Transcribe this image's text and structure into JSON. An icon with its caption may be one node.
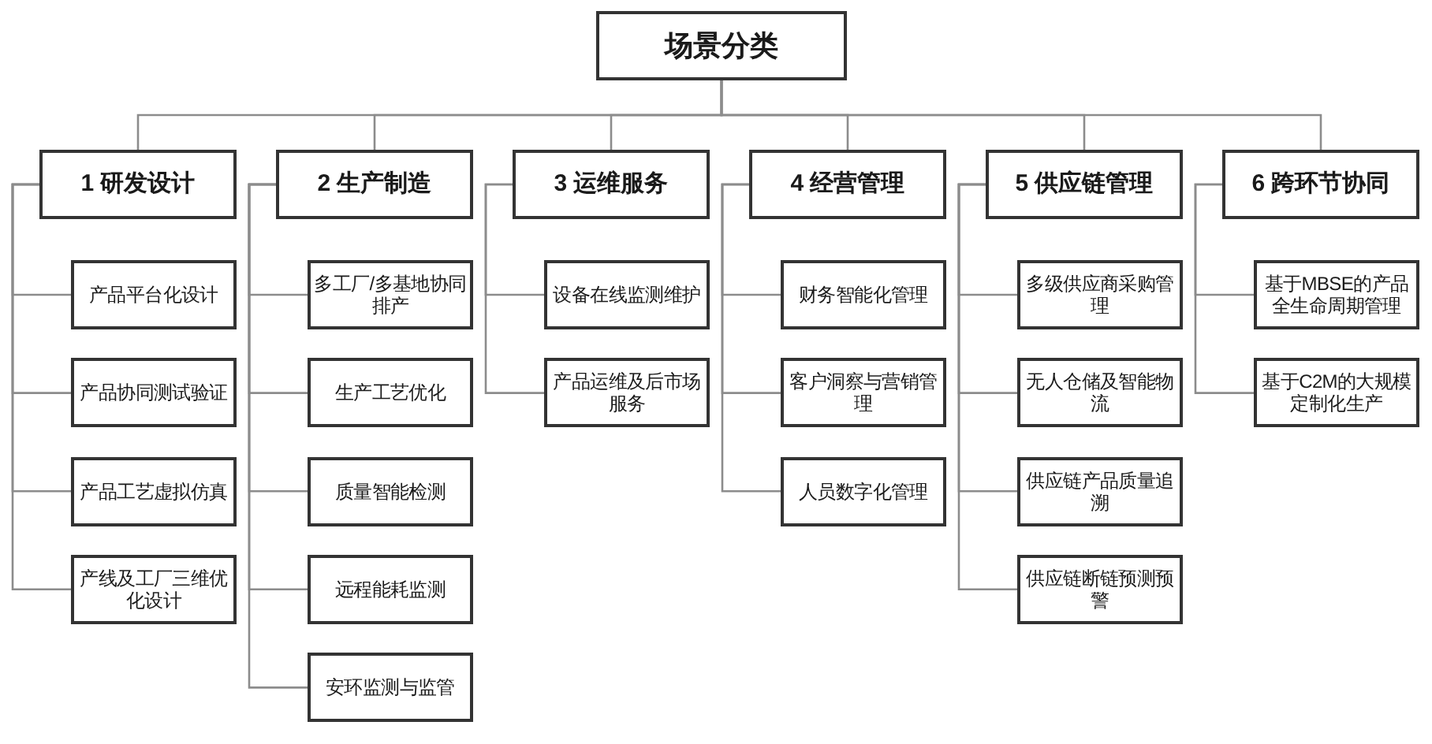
{
  "diagram": {
    "nodes": [
      {
        "text": [
          "场景分类"
        ]
      },
      {
        "text": [
          "1 研发设计"
        ]
      },
      {
        "text": [
          "产品平台化设计"
        ]
      },
      {
        "text": [
          "产品协同测试验证"
        ]
      },
      {
        "text": [
          "产品工艺虚拟仿真"
        ]
      },
      {
        "text": [
          "产线及工厂三维优化设计"
        ]
      },
      {
        "text": [
          "2 生产制造"
        ]
      },
      {
        "text": [
          "多工厂/多基地协同排产"
        ]
      },
      {
        "text": [
          "生产工艺优化"
        ]
      },
      {
        "text": [
          "质量智能检测"
        ]
      },
      {
        "text": [
          "远程能耗监测"
        ]
      },
      {
        "text": [
          "安环监测与监管"
        ]
      },
      {
        "text": [
          "3 运维服务"
        ]
      },
      {
        "text": [
          "设备在线监测维护"
        ]
      },
      {
        "text": [
          "产品运维及后市场服务"
        ]
      },
      {
        "text": [
          "4 经营管理"
        ]
      },
      {
        "text": [
          "财务智能化管理"
        ]
      },
      {
        "text": [
          "客户洞察与营销管理"
        ]
      },
      {
        "text": [
          "人员数字化管理"
        ]
      },
      {
        "text": [
          "5 供应链管理"
        ]
      },
      {
        "text": [
          "多级供应商采购管理"
        ]
      },
      {
        "text": [
          "无人仓储及智能物流"
        ]
      },
      {
        "text": [
          "供应链产品质量追溯"
        ]
      },
      {
        "text": [
          "供应链断链预测预警"
        ]
      },
      {
        "text": [
          "6 跨环节协同"
        ]
      },
      {
        "text": [
          "基于MBSE的产品全生命周期管理"
        ]
      },
      {
        "text": [
          "基于C2M的大规模定制化生产"
        ]
      }
    ],
    "edges": [
      {
        "from": 0,
        "to": 1,
        "arrow": "none"
      },
      {
        "from": 0,
        "to": 6,
        "arrow": "none"
      },
      {
        "from": 0,
        "to": 12,
        "arrow": "none"
      },
      {
        "from": 0,
        "to": 15,
        "arrow": "none"
      },
      {
        "from": 0,
        "to": 19,
        "arrow": "none"
      },
      {
        "from": 0,
        "to": 24,
        "arrow": "none"
      },
      {
        "from": 1,
        "to": 2,
        "arrow": "none"
      },
      {
        "from": 1,
        "to": 3,
        "arrow": "none"
      },
      {
        "from": 1,
        "to": 4,
        "arrow": "none"
      },
      {
        "from": 1,
        "to": 5,
        "arrow": "none"
      },
      {
        "from": 6,
        "to": 7,
        "arrow": "none"
      },
      {
        "from": 6,
        "to": 8,
        "arrow": "none"
      },
      {
        "from": 6,
        "to": 9,
        "arrow": "none"
      },
      {
        "from": 6,
        "to": 10,
        "arrow": "none"
      },
      {
        "from": 6,
        "to": 11,
        "arrow": "none"
      },
      {
        "from": 12,
        "to": 13,
        "arrow": "none"
      },
      {
        "from": 12,
        "to": 14,
        "arrow": "none"
      },
      {
        "from": 15,
        "to": 16,
        "arrow": "none"
      },
      {
        "from": 15,
        "to": 17,
        "arrow": "none"
      },
      {
        "from": 15,
        "to": 18,
        "arrow": "none"
      },
      {
        "from": 19,
        "to": 20,
        "arrow": "none"
      },
      {
        "from": 19,
        "to": 21,
        "arrow": "none"
      },
      {
        "from": 19,
        "to": 22,
        "arrow": "none"
      },
      {
        "from": 19,
        "to": 23,
        "arrow": "none"
      },
      {
        "from": 24,
        "to": 25,
        "arrow": "none"
      },
      {
        "from": 24,
        "to": 26,
        "arrow": "none"
      }
    ]
  }
}
